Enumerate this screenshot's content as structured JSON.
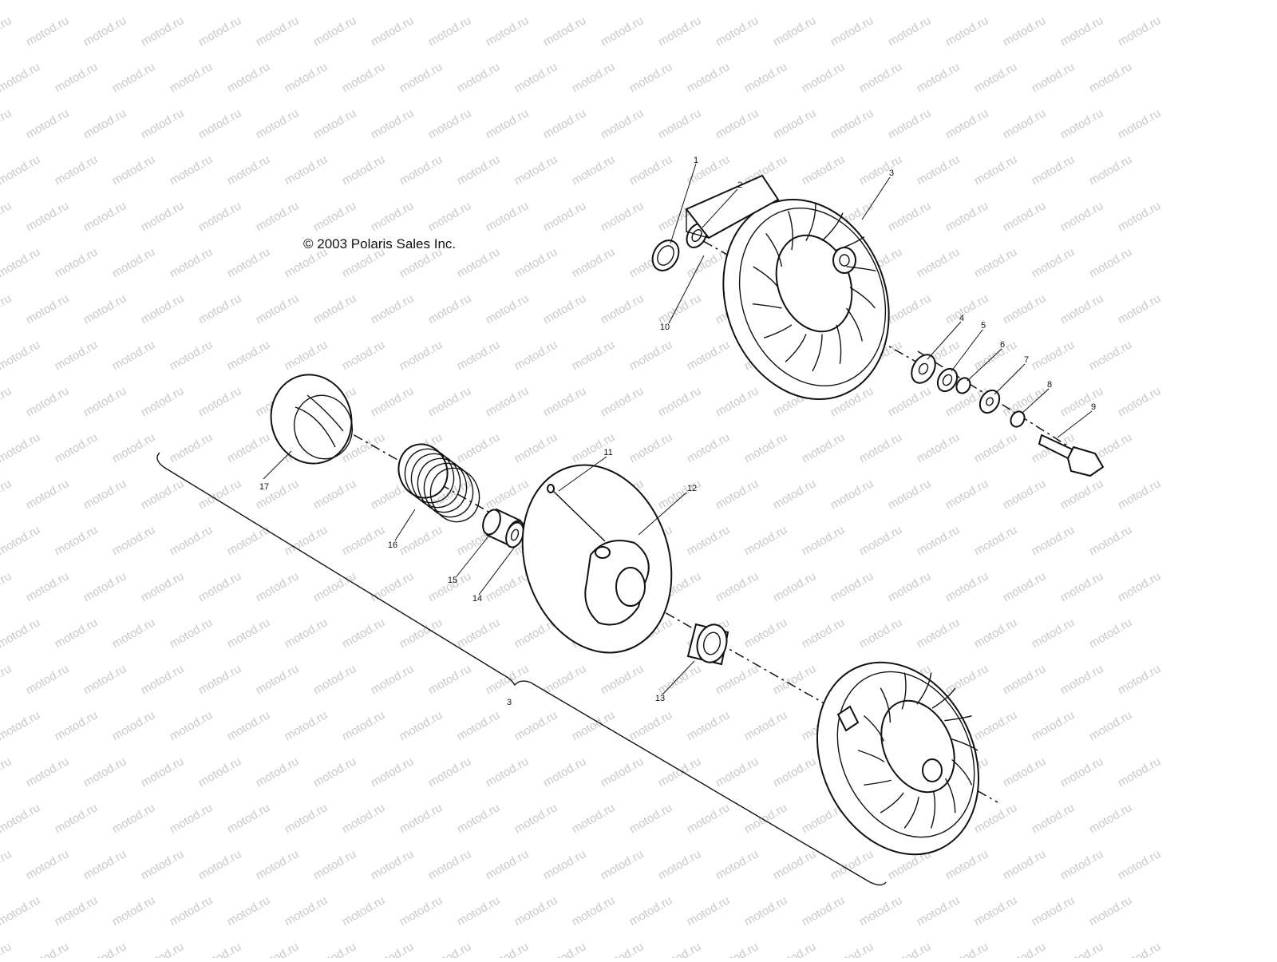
{
  "diagram": {
    "copyright": "© 2003 Polaris Sales Inc.",
    "watermark": "motod.ru",
    "callouts": [
      "1",
      "2",
      "3",
      "4",
      "5",
      "6",
      "7",
      "8",
      "9",
      "10",
      "11",
      "12",
      "13",
      "14",
      "15",
      "16",
      "17",
      "3"
    ]
  },
  "colors": {
    "ink": "#111111",
    "watermark": "#c9c9c9",
    "background": "#ffffff"
  }
}
